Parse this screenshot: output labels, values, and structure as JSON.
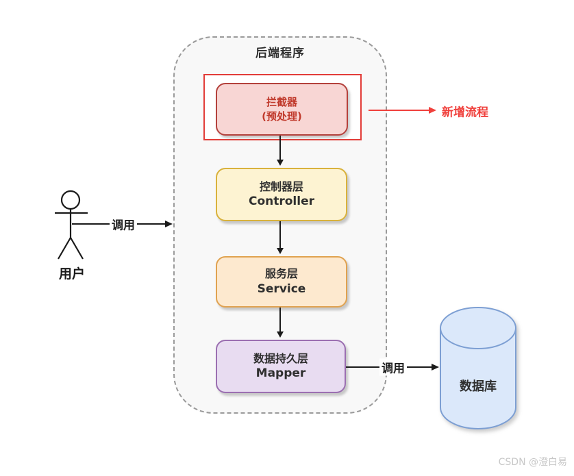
{
  "backend": {
    "title": "后端程序"
  },
  "nodes": {
    "interceptor": {
      "title": "拦截器",
      "subtitle": "(预处理)"
    },
    "controller": {
      "title": "控制器层",
      "subtitle": "Controller"
    },
    "service": {
      "title": "服务层",
      "subtitle": "Service"
    },
    "mapper": {
      "title": "数据持久层",
      "subtitle": "Mapper"
    },
    "database": {
      "title": "数据库"
    }
  },
  "actor": {
    "label": "用户"
  },
  "edges": {
    "user_to_backend": {
      "label": "调用"
    },
    "mapper_to_database": {
      "label": "调用"
    },
    "new_flow": {
      "label": "新增流程"
    }
  },
  "colors": {
    "interceptor_fill": "#f8d6d4",
    "interceptor_border": "#b4413c",
    "interceptor_text": "#c0392b",
    "controller_fill": "#fdf3d2",
    "controller_border": "#d9b23c",
    "service_fill": "#fde9cf",
    "service_border": "#e0a250",
    "mapper_fill": "#e8dcf1",
    "mapper_border": "#9b6fb1",
    "database_fill": "#dbe8fa",
    "database_border": "#7d9fd3",
    "highlight_red": "#f0403c",
    "container_fill": "#f8f8f8",
    "container_border": "#9a9a9a",
    "text_dark": "#2f2f2f"
  },
  "watermark": "CSDN @澄白易"
}
